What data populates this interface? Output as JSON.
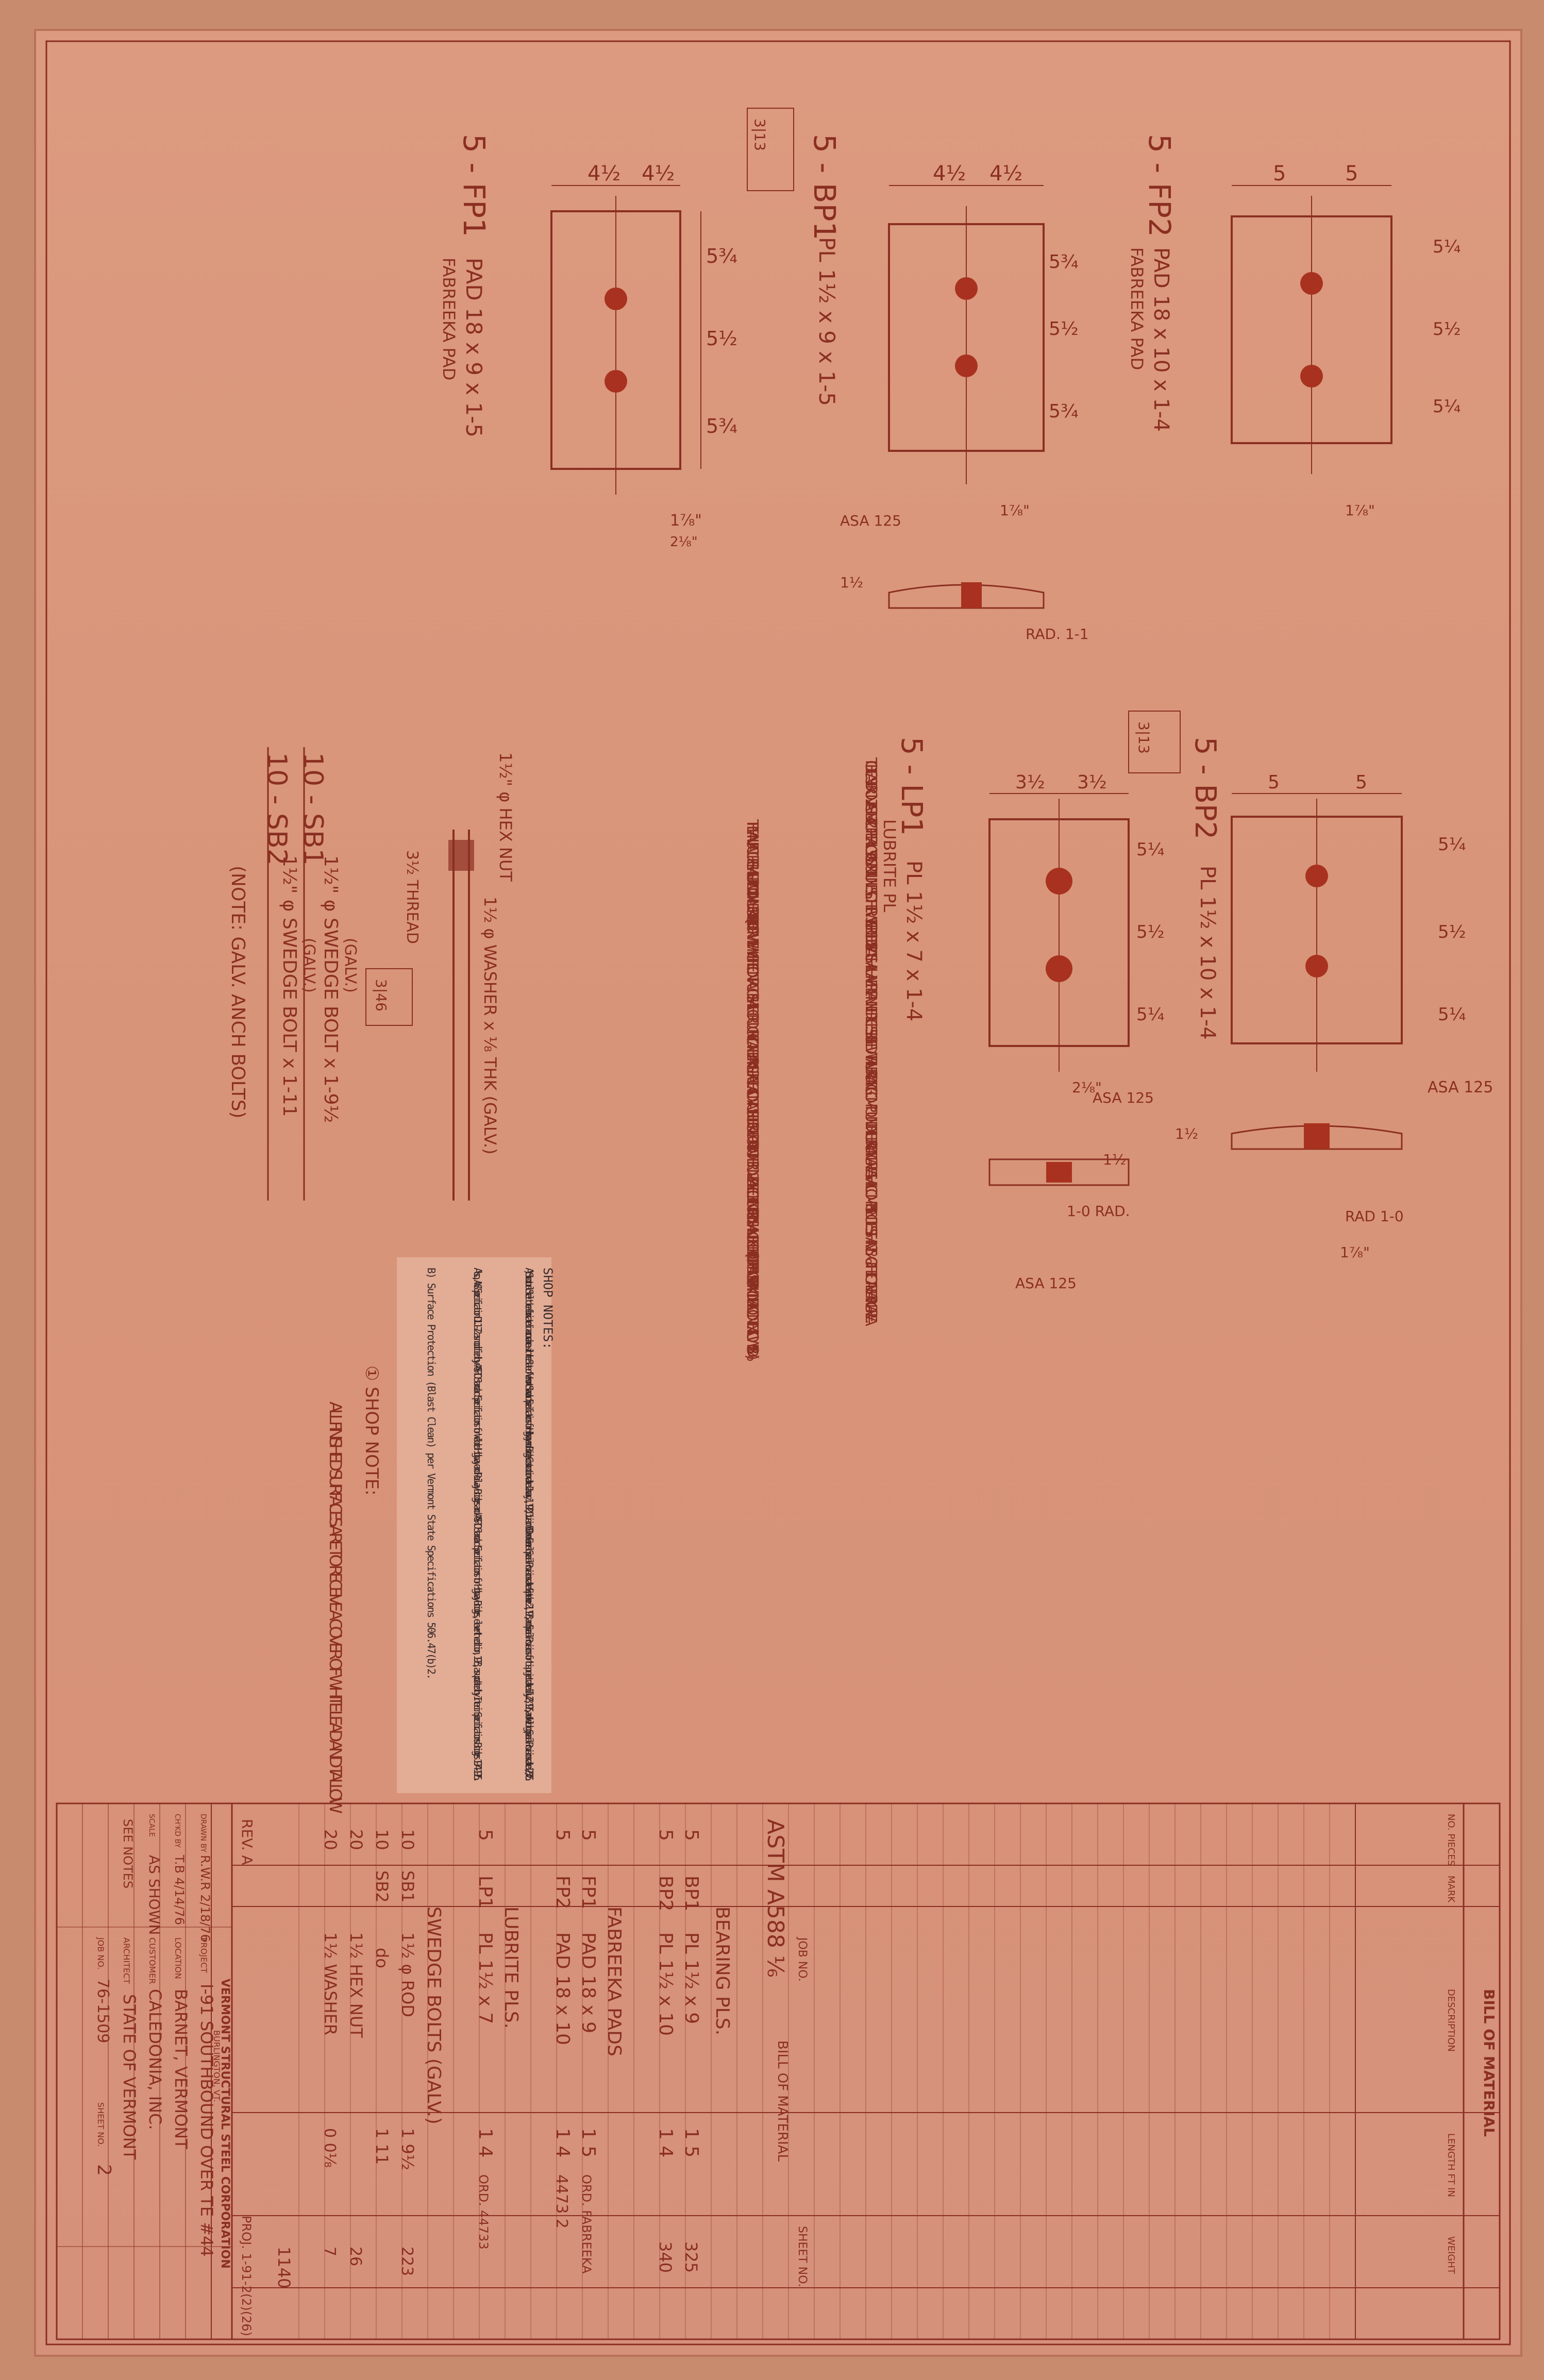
{
  "drawing_marks": {
    "fp1": "5 - FP1",
    "fp1_desc": "PAD 18 x 9 x 1-5",
    "fp1_sub": "FABREEKA PAD",
    "fp1_dims": [
      "4½",
      "4½",
      "5¾",
      "5½",
      "5¾",
      "1⅞\"",
      "2⅛\""
    ],
    "bp1": "5 - BP1",
    "bp1_desc": "PL 1½ x 9 x 1-5",
    "bp1_dims": [
      "4½",
      "4½",
      "5¾",
      "5½",
      "5¾",
      "1⅞\"",
      "1½",
      "ASA 125",
      "RAD. 1-1"
    ],
    "fp2": "5 - FP2",
    "fp2_desc": "PAD 18 x 10 x 1-4",
    "fp2_sub": "FABREEKA PAD",
    "fp2_dims": [
      "5",
      "5",
      "5¼",
      "5½",
      "5¼",
      "1⅞\""
    ],
    "lp1": "5 - LP1",
    "lp1_desc": "PL 1½ x 7 x 1-4",
    "lp1_sub": "LUBRITE PL",
    "lp1_dims": [
      "3½",
      "3½",
      "5¼",
      "5½",
      "5¼",
      "2⅛\"",
      "1½",
      "ASA 125",
      "1-0 RAD.",
      "ASA 125"
    ],
    "bp2": "5 - BP2",
    "bp2_desc": "PL 1½ x 10 x 1-4",
    "bp2_dims": [
      "5",
      "5",
      "5¼",
      "5½",
      "5¼",
      "1½",
      "ASA 125",
      "RAD 1-0",
      "1⅞\""
    ],
    "sb1": "10 - SB1",
    "sb1_desc": "1½\" φ SWEDGE BOLT x 1-9½",
    "sb2": "10 - SB2",
    "sb2_desc": "1½\" φ SWEDGE BOLT x 1-11",
    "galv": "(GALV.)",
    "hex_nut": "1½\" φ HEX NUT",
    "washer": "1½ φ WASHER x ⅛ THK (GALV.)",
    "thread": "3½ THREAD",
    "galv_note": "(NOTE: GALV. ANCH BOLTS)",
    "cast_bronze_note": "TO BE CAST BRONZE - ASTM - B22 - COPPER ALLOY 905 OR 911 UNLESS OTHERWISE SPECIFIED. THIS PLATE SHALL HAVE TREPANNED RECESSES FILLED WITH A LUBRICATING COMPOUND. THE LUBRICATING AREA SHALL COMPRISE NOT LESS THAN 25% OF THE TOTAL BEARING AREA.",
    "manufacturer_note": "THE MANUFACTURER SHALL SUPPLY ADDITIONAL LUBRICANT IN LIQUID FORM WITH WHICH THE CONTRACTOR SHALL THOROUGHLY COAT THE BEARING SURFACE THAT CONTACTS THE LUBRICATED PORTION OF THE BRONZE PLATE. THE COEFFICIENT OF FRICTION SHALL NOT EXCEED 0.10 (*COPPER ALLOY 905 - MAXIMUM LEAD CONTENT ALLOWED IS 2.5%)",
    "shop_note_title": "① SHOP NOTE:",
    "shop_note_text": "ALL FINISHED SURFACES ARE TO RECEIVE A COVER OF WHITE LEAD AND TALLOW",
    "ref_box_1": "3|13",
    "ref_box_2": "3|13",
    "ref_box_3": "3|46"
  },
  "shop_notes": {
    "title": "SHOP NOTES:",
    "a": "A) Structural Steel to be fabricated in accordance with the State of Vermont Standard Specifications for Highway and Bridge Construction dated January 1, 1972, Division 500 and General Special Provisions dated September 21, 1973, and Special Provisions for this project dated July 28, 1975, and Welding Special Provisions dated 2/3/75.",
    "b": "Also, AWS Specification D1.1-72 as modified by AASHTO Standard Specifications for Welded Highway and Railway Bridges and AASHTO Standard Specifications for Highway Bridges, eleventh edition, 1973, as updated by Interim Specifications Bridges 1974-1975.",
    "c": "B) Surface Protection (Blast Clean) per Vermont State Specifications 506.47(b)2."
  },
  "bill_of_material": {
    "title": "BILL OF MATERIAL",
    "headers": [
      "NO. PIECES",
      "MARK",
      "DESCRIPTION",
      "LENGTH FT IN",
      "WEIGHT"
    ],
    "job_no_label": "JOB NO.",
    "sheet_no_label": "SHEET NO.",
    "spec": "ASTM A588 ⅙",
    "sections": [
      {
        "title": "BEARING PLS.",
        "rows": [
          {
            "qty": "5",
            "mark": "BP1",
            "desc": "PL 1½ x 9",
            "len": "1 5",
            "weight": "325"
          },
          {
            "qty": "5",
            "mark": "BP2",
            "desc": "PL 1½ x 10",
            "len": "1 4",
            "weight": "340"
          }
        ]
      },
      {
        "title": "FABREEKA PADS",
        "rows": [
          {
            "qty": "5",
            "mark": "FP1",
            "desc": "PAD 18 x 9",
            "len": "1 5",
            "weight": "ORD. FABREEKA"
          },
          {
            "qty": "5",
            "mark": "FP2",
            "desc": "PAD 18 x 10",
            "len": "1 4",
            "weight": "4473 2"
          }
        ]
      },
      {
        "title": "LUBRITE PLS.",
        "rows": [
          {
            "qty": "5",
            "mark": "LP1",
            "desc": "PL 1½ x 7",
            "len": "1 4",
            "weight": "ORD. 44733"
          }
        ]
      },
      {
        "title": "SWEDGE BOLTS (GALV.)",
        "rows": [
          {
            "qty": "10",
            "mark": "SB1",
            "desc": "1½ φ ROD",
            "len": "1 9½",
            "weight": "223"
          },
          {
            "qty": "10",
            "mark": "SB2",
            "desc": "do",
            "len": "1 11",
            "weight": ""
          },
          {
            "qty": "20",
            "mark": "",
            "desc": "1½ HEX NUT",
            "len": "",
            "weight": "26"
          },
          {
            "qty": "20",
            "mark": "",
            "desc": "1½ WASHER",
            "len": "0 0⅛",
            "weight": "7"
          }
        ]
      }
    ],
    "total": "1140"
  },
  "title_block": {
    "company": "VERMONT STRUCTURAL STEEL CORPORATION",
    "city": "BURLINGTON, VT.",
    "project_label": "PROJECT",
    "project": "I-91 SOUTHBOUND OVER TE #44",
    "location_label": "LOCATION",
    "location": "BARNET, VERMONT",
    "customer_label": "CUSTOMER",
    "customer": "CALEDONIA, INC.",
    "architect_label": "ARCHITECT",
    "architect": "STATE OF VERMONT",
    "job_no_label": "JOB NO.",
    "job_no": "76-1509",
    "sheet_no_label": "SHEET NO.",
    "sheet_no": "2",
    "drawn_by_label": "DRAWN BY",
    "drawn_by": "R.W.R 2/18/76",
    "checked_by_label": "CH'KD BY",
    "checked_by": "T.B 4/14/76",
    "scale_label": "SCALE",
    "scale": "AS SHOWN",
    "rev": "REV. A",
    "revision_note": "PROJ. 1-91-2(2)(26)",
    "see_notes": "SEE NOTES"
  }
}
